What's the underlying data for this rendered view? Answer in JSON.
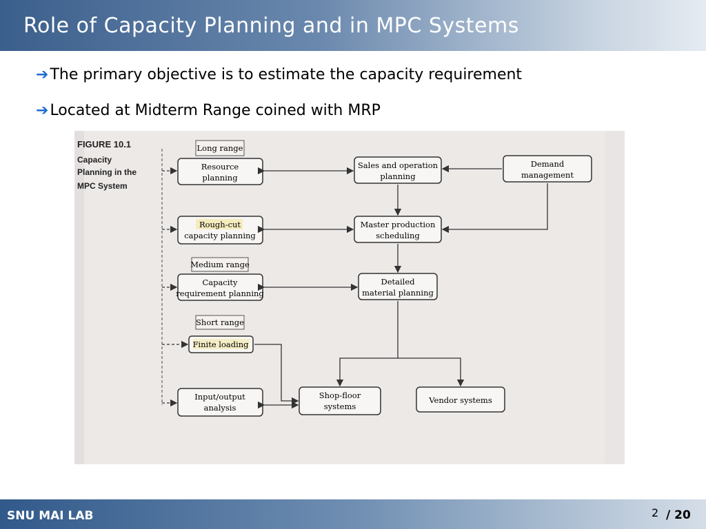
{
  "title": "Role of Capacity Planning and in MPC Systems",
  "bullets": [
    "The primary objective is to estimate the capacity requirement",
    "Located at Midterm Range coined with MRP"
  ],
  "figure": {
    "caption_number": "FIGURE 10.1",
    "caption_title": [
      "Capacity",
      "Planning in the",
      "MPC System"
    ],
    "ranges": {
      "long": "Long range",
      "medium": "Medium range",
      "short": "Short range"
    },
    "boxes": {
      "resource_planning": [
        "Resource",
        "planning"
      ],
      "rough_cut": [
        "Rough-cut",
        "capacity planning"
      ],
      "crp": [
        "Capacity",
        "requirement planning"
      ],
      "finite_loading": [
        "Finite loading"
      ],
      "input_output": [
        "Input/output",
        "analysis"
      ],
      "sop": [
        "Sales and operation",
        "planning"
      ],
      "demand": [
        "Demand",
        "management"
      ],
      "mps": [
        "Master production",
        "scheduling"
      ],
      "mrp": [
        "Detailed",
        "material planning"
      ],
      "shop_floor": [
        "Shop-floor",
        "systems"
      ],
      "vendor": [
        "Vendor systems"
      ]
    }
  },
  "footer": {
    "lab": "SNU MAI LAB",
    "page": "2",
    "total": "/ 20"
  }
}
